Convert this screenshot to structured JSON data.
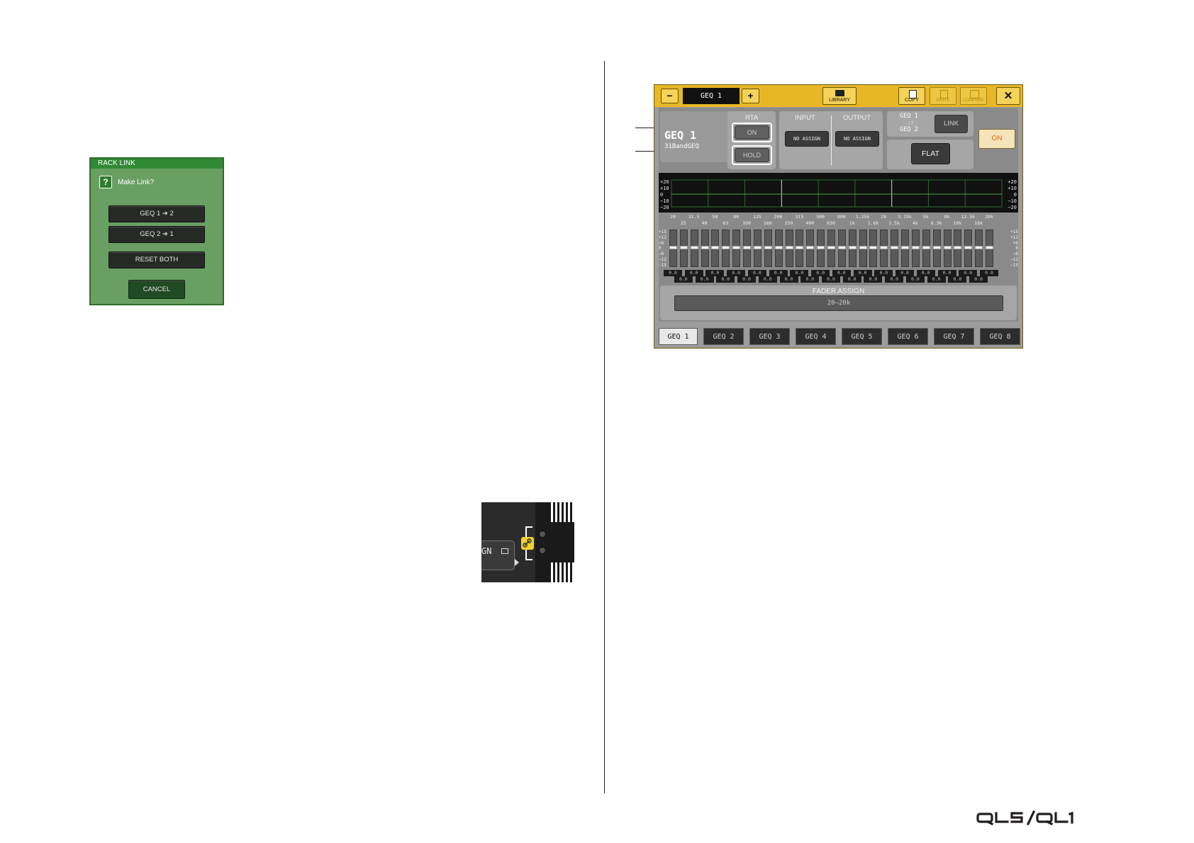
{
  "rack_link_dialog": {
    "title": "RACK LINK",
    "question_icon_glyph": "?",
    "message": "Make Link?",
    "buttons": [
      "GEQ  1 ➔ 2",
      "GEQ  2 ➔ 1",
      "RESET BOTH",
      "CANCEL"
    ]
  },
  "link_inset": {
    "assign_text": "GN"
  },
  "geq_window": {
    "toolbar": {
      "minus_label": "−",
      "name": "GEQ 1",
      "plus_label": "+",
      "library_label": "LIBRARY",
      "copy_label": "COPY",
      "paste_label": "PASTE",
      "compare_label": "COMPARE",
      "close_label": "✕"
    },
    "rack_title": "GEQ  1",
    "rack_type": "31BandGEQ",
    "rta": {
      "header": "RTA",
      "on_label": "ON",
      "hold_label": "HOLD"
    },
    "input": {
      "header": "INPUT",
      "value": "NO ASSIGN"
    },
    "output": {
      "header": "OUTPUT",
      "value": "NO ASSIGN"
    },
    "link": {
      "line1": "GEQ 1",
      "arrows": "↓↑",
      "line2": "GEQ 2",
      "button": "LINK"
    },
    "flat_label": "FLAT",
    "on_label": "ON",
    "meter_scale": [
      "+20",
      "+10",
      "0",
      "−10",
      "−20"
    ],
    "freq_top": [
      "20",
      "31.5",
      "50",
      "80",
      "125",
      "200",
      "315",
      "500",
      "800",
      "1.25k",
      "2k",
      "3.15k",
      "5k",
      "8k",
      "12.5k",
      "20k"
    ],
    "freq_bottom": [
      "25",
      "40",
      "63",
      "100",
      "160",
      "250",
      "400",
      "630",
      "1k",
      "1.6k",
      "2.5k",
      "4k",
      "6.3k",
      "10k",
      "16k"
    ],
    "gain_scale": [
      "+15",
      "+12",
      "+6",
      "0",
      "−6",
      "−12",
      "−15"
    ],
    "band_value": "0.0",
    "fader_assign": {
      "label": "FADER ASSIGN",
      "range": "20–20k"
    },
    "tabs": [
      "GEQ 1",
      "GEQ 2",
      "GEQ 3",
      "GEQ 4",
      "GEQ 5",
      "GEQ 6",
      "GEQ 7",
      "GEQ 8"
    ],
    "selected_tab": "GEQ 1"
  },
  "footer_logo": "QL5/QL1"
}
